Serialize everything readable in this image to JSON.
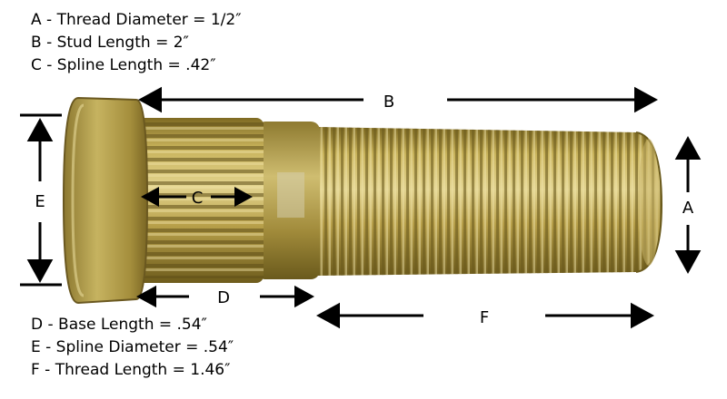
{
  "specs_top": [
    "A - Thread Diameter = 1/2″",
    "B - Stud Length = 2″",
    "C - Spline Length = .42″"
  ],
  "specs_bottom": [
    "D - Base Length = .54″",
    "E - Spline Diameter = .54″",
    "F - Thread Length = 1.46″"
  ],
  "dimension_letters": {
    "a": "A",
    "b": "B",
    "c": "C",
    "d": "D",
    "e": "E",
    "f": "F"
  },
  "colors": {
    "metal_dark": "#8a7428",
    "metal_mid": "#b9a24a",
    "metal_light": "#dccd86",
    "arrow": "#000000"
  }
}
